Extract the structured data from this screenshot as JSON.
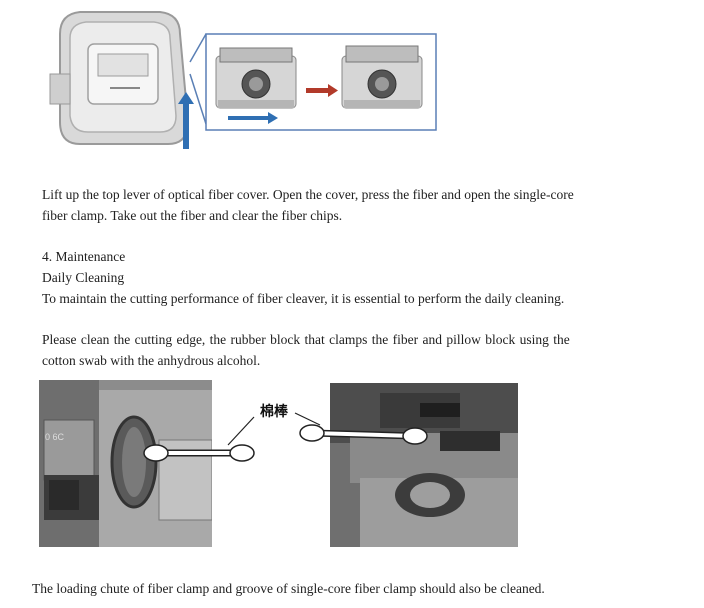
{
  "paragraphs": {
    "open_cover": "Lift up the top lever of optical fiber cover. Open the cover, press the fiber and open the single-core fiber clamp. Take out the fiber and clear the fiber chips.",
    "open_cover_line1": "Lift up the top lever of optical fiber cover. Open the cover, press the fiber and open the single-core",
    "open_cover_line2": "fiber clamp. Take out the fiber and clear the fiber chips.",
    "section_heading": "4. Maintenance",
    "subheading": "Daily Cleaning",
    "maintain_text": "To maintain the cutting performance of fiber cleaver, it is essential to perform the daily cleaning.",
    "clean_line1": "Please clean the cutting edge, the rubber block that clamps the fiber and pillow block using the",
    "clean_line2": "cotton swab with the anhydrous alcohol.",
    "chute_text": "The loading chute of fiber clamp and groove of single-core fiber clamp should also be cleaned."
  },
  "figure_label": "棉棒",
  "colors": {
    "arrow_up": "#2f6fb3",
    "arrow_right_red": "#b23a2a",
    "arrow_right_blue": "#2f6fb3",
    "frame_blue": "#5a7fb5"
  }
}
